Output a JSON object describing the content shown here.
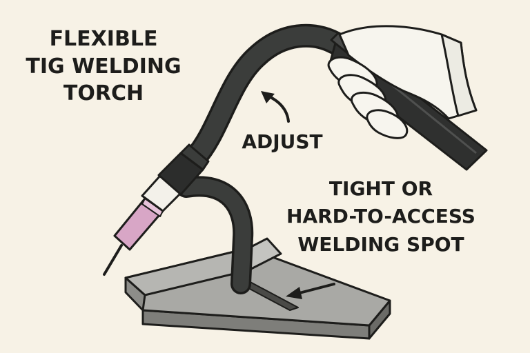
{
  "title": {
    "line1": "FLEXIBLE",
    "line2": "TIG WELDING",
    "line3": "TORCH"
  },
  "labels": {
    "adjust": "ADJUST",
    "spot_line1": "TIGHT OR",
    "spot_line2": "HARD-TO-ACCESS",
    "spot_line3": "WELDING SPOT"
  },
  "colors": {
    "background": "#f7f2e6",
    "outline": "#1d1d1b",
    "hose": "#3b3d3b",
    "cup": "#d8a6c6",
    "metal": "#9a9a96",
    "glove": "#f7f5ee"
  },
  "icons": {
    "adjust_pointer": "curved-arrow-icon",
    "spot_pointer": "arrow-icon"
  }
}
